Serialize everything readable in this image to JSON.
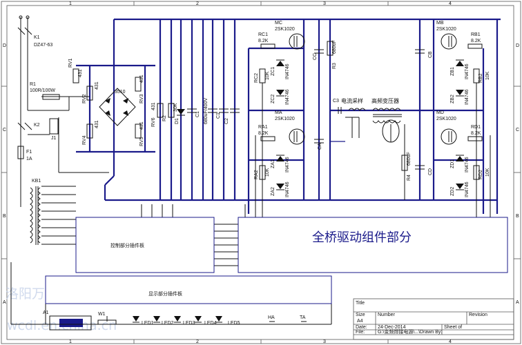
{
  "zones": {
    "top": [
      "1",
      "2",
      "3",
      "4"
    ],
    "side": [
      "D",
      "C",
      "B",
      "A"
    ]
  },
  "components": {
    "k1": "K1",
    "k1_model": "DZ47-63",
    "r1": "R1",
    "r1_value": "100R/100W",
    "k2": "K2",
    "j1": "J1",
    "f1": "F1",
    "f1_value": "1A",
    "kb1": "KB1",
    "a1": "A1",
    "w1": "W1",
    "rv1": "RV1",
    "rv1_value": "431",
    "rv2": "RV2",
    "rv2_value": "431",
    "rv3": "RV3",
    "rv3_value": "431",
    "rv4": "RV4",
    "rv4_value": "431",
    "rv5": "RV5",
    "rv5_value": "431",
    "bridge": "3510",
    "rv6": "RV6",
    "rv6_value": "431",
    "r2": "R2",
    "r2_value": "30K",
    "d1": "D1",
    "c1": "C1",
    "c1_value": "680uF/400V",
    "cap_c1": "C1",
    "c2": "C2",
    "mc": "MC",
    "mc_part": "2SK1020",
    "rc1": "RC1",
    "rc1_value": "8.2K",
    "rc2": "RC2",
    "rc2_value": "10K",
    "zc1": "ZC1",
    "zc2": "ZC2",
    "zc_part": "IN4746",
    "cc": "CC",
    "r3": "R3",
    "r3_value": "680uF",
    "c3": "C3",
    "mb": "MB",
    "mb_part": "2SK1020",
    "rb1": "RB1",
    "rb1_value": "8.2K",
    "cb": "CB",
    "zb1": "ZB1",
    "zb2": "ZB2",
    "zb_part": "IN4746",
    "rb2": "RB2",
    "rb2_value": "10K",
    "ma": "MA",
    "ma_part": "2SK1020",
    "ra1": "RA1",
    "ra1_value": "8.2K",
    "ra2": "RA2",
    "ra2_value": "10K",
    "za1": "ZA1",
    "za2": "ZA2",
    "za_part": "IN4746",
    "ca": "CA",
    "md": "MD",
    "md_part": "2SK1020",
    "rd1": "RD1",
    "rd1_value": "8.2K",
    "zd1": "ZD1",
    "zd2": "ZD2",
    "zd_part": "IN4746",
    "rd2": "RD2",
    "rd2_value": "10K",
    "r4": "R4",
    "r4_value": "680uF",
    "cd": "CD",
    "current_sample": "电流采样",
    "hf_transformer": "高频变压器",
    "ha": "HA",
    "ta": "TA"
  },
  "blocks": {
    "control": "控制部分插件板",
    "display": "显示部分插件板",
    "bridge_drive": "全桥驱动组件部分"
  },
  "leds": [
    "LED1",
    "LED2",
    "LED3",
    "LED4",
    "LED5"
  ],
  "title_block": {
    "title": "Title",
    "size": "Size",
    "size_value": "A4",
    "number": "Number",
    "revision": "Revision",
    "date_label": "Date:",
    "date_value": "24-Dec-2014",
    "sheet": "Sheet of",
    "file_label": "File:",
    "file_value": "G:\\变频焊接电源\\...\\Drawn By:"
  },
  "watermark": {
    "company": "洛阳万聪电力设备有限公司",
    "site": "wcdl.en.china.cn"
  }
}
